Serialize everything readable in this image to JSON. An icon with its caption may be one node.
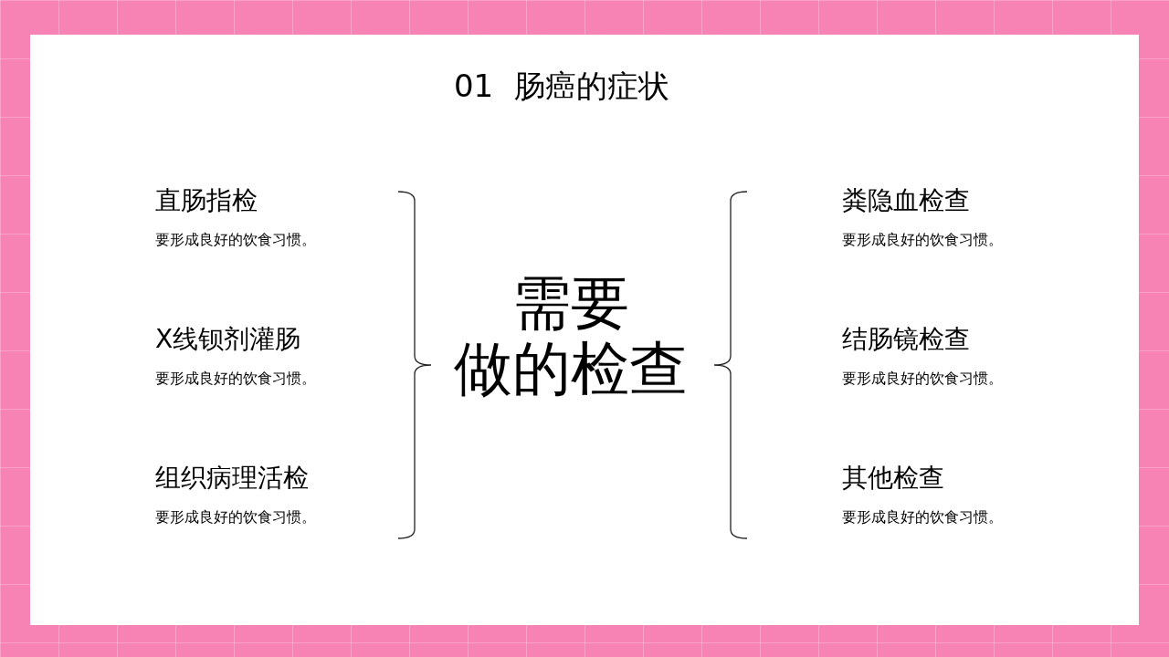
{
  "diagram": {
    "title": "01 肠癌的症状",
    "nodes": [
      {
        "text": [
          "需要做的检查"
        ]
      },
      {
        "text": [
          "直肠指检",
          "要形成良好的饮食习惯。"
        ]
      },
      {
        "text": [
          "X线钡剂灌肠",
          "要形成良好的饮食习惯。"
        ]
      },
      {
        "text": [
          "组织病理活检",
          "要形成良好的饮食习惯。"
        ]
      },
      {
        "text": [
          "粪隐血检查",
          "要形成良好的饮食习惯。"
        ]
      },
      {
        "text": [
          "结肠镜检查",
          "要形成良好的饮食习惯。"
        ]
      },
      {
        "text": [
          "其他检查",
          "要形成良好的饮食习惯。"
        ]
      }
    ]
  }
}
